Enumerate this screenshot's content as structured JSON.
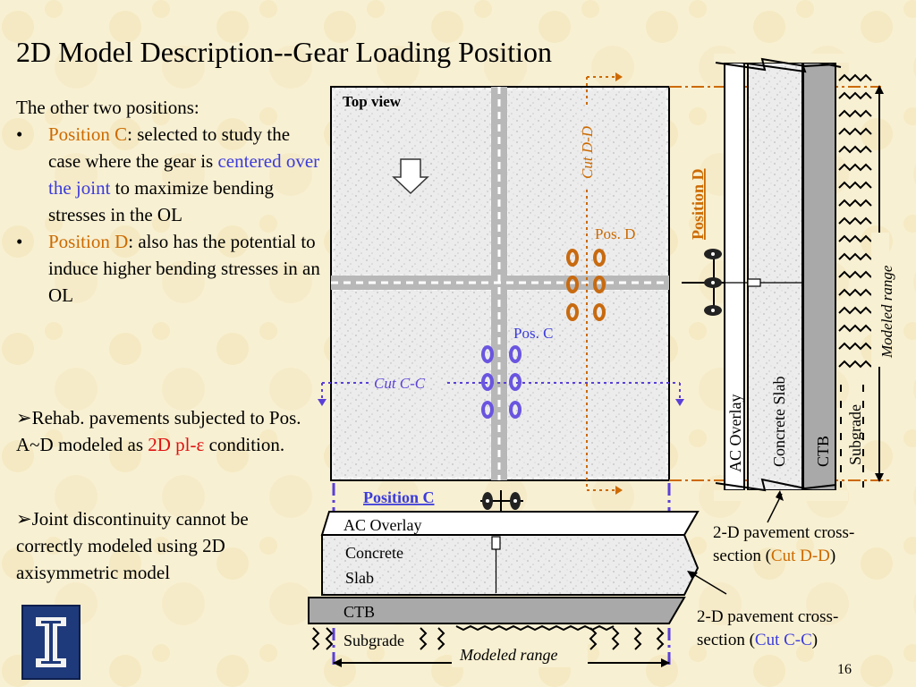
{
  "title": "2D Model Description--Gear Loading Position",
  "intro": "The other two positions:",
  "bullets": [
    {
      "name": "Position C",
      "rest": ": selected to study the case where the gear is ",
      "highlight": "centered over the joint",
      "tail": " to maximize bending stresses in the OL"
    },
    {
      "name": "Position D",
      "rest": ": also has the potential to induce higher bending stresses in an OL",
      "highlight": "",
      "tail": ""
    }
  ],
  "rehab": {
    "prefix": "➢Rehab. pavements subjected to Pos. A~D modeled as ",
    "highlight": "2D pl-ε",
    "suffix": " condition."
  },
  "joint_note": "➢Joint discontinuity cannot be correctly modeled using 2D axisymmetric model",
  "diagram": {
    "top_view": "Top view",
    "pos_d": "Pos. D",
    "pos_c": "Pos. C",
    "cut_dd": "Cut D-D",
    "cut_cc": "Cut C-C",
    "position_d": "Position D",
    "position_c": "Position C",
    "layers_vertical": [
      "AC Overlay",
      "Concrete Slab",
      "CTB",
      "Subgrade"
    ],
    "modeled_range": "Modeled range",
    "layers_horizontal": [
      "AC Overlay",
      "Concrete",
      "Slab",
      "CTB",
      "Subgrade"
    ],
    "section_dd_prefix": "2-D pavement cross-section (",
    "section_dd_cut": "Cut D-D",
    "section_cc_prefix": "2-D pavement cross-section (",
    "section_cc_cut": "Cut C-C",
    "close_paren": ")"
  },
  "page_number": "16",
  "colors": {
    "orange": "#cc6a00",
    "blue": "#3b3bdc",
    "red": "#e01010",
    "background": "#f7efcf"
  },
  "logo_icon": "university-block-i-logo"
}
